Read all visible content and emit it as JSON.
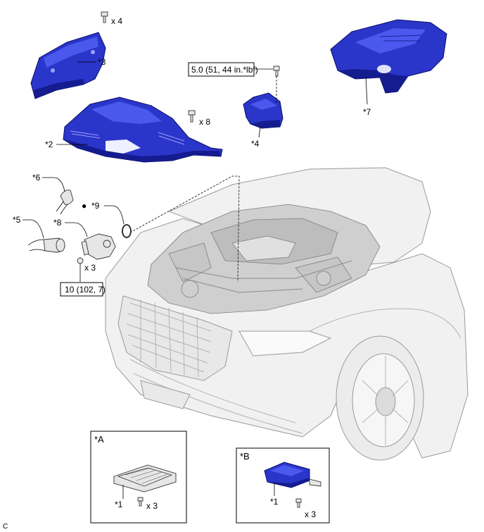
{
  "labels": {
    "p1a": "*1",
    "p1b": "*1",
    "p2": "*2",
    "p3": "*3",
    "p4": "*4",
    "p5": "*5",
    "p6": "*6",
    "p7": "*7",
    "p8": "*8",
    "p9": "*9",
    "inset_a": "*A",
    "inset_b": "*B"
  },
  "quantities": {
    "bolts_cover3": "x 4",
    "bolts_cover2": "x 8",
    "bolts_part8": "x 3",
    "bolts_inset_a": "x 3",
    "bolts_inset_b": "x 3"
  },
  "torque": {
    "bracket": "5.0 (51, 44 in.*lbf)",
    "part8": "10 (102, 7)"
  },
  "symbols": {
    "non_reusable": "●"
  },
  "corner_code": "C",
  "colors": {
    "part_blue": "#2a35c9",
    "part_blue_dark": "#141c90",
    "outline": "#000000"
  }
}
